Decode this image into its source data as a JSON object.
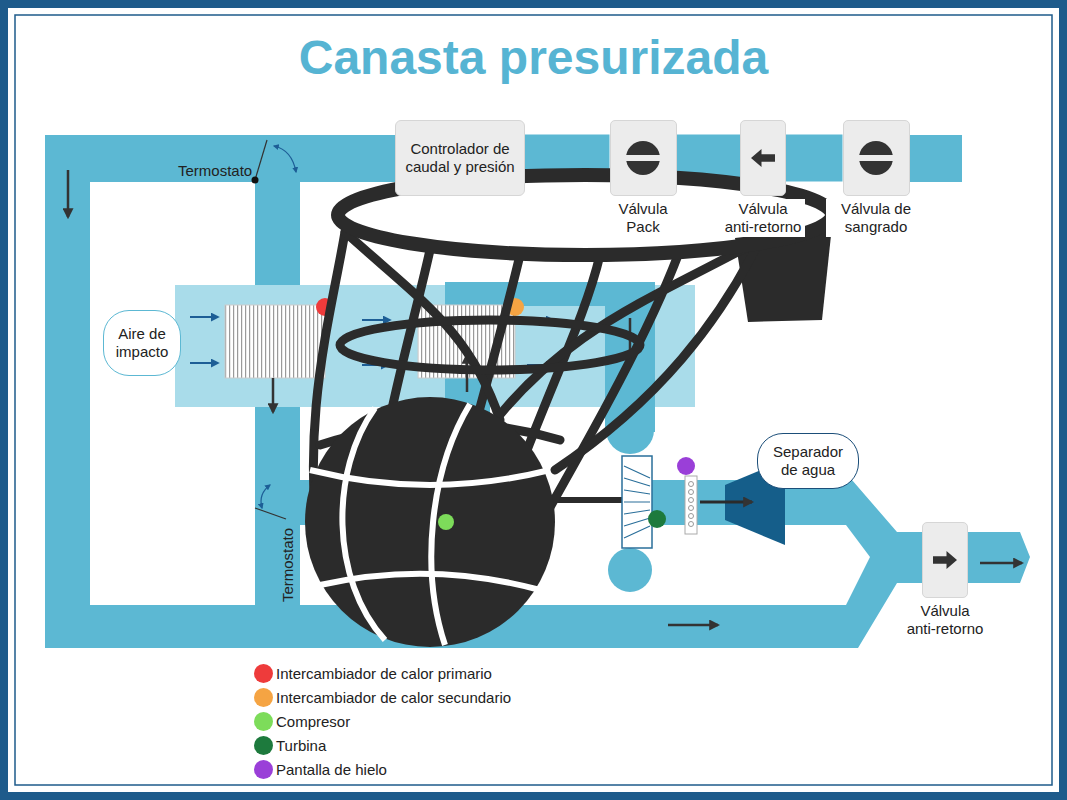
{
  "diagram": {
    "title": "Canasta presurizada",
    "nodes": [
      {
        "text": [
          "Controlador de caudal y presión"
        ]
      },
      {
        "text": [
          "Válvula Pack"
        ]
      },
      {
        "text": [
          "Válvula anti-retorno"
        ]
      },
      {
        "text": [
          "Válvula de sangrado"
        ]
      },
      {
        "text": [
          "Aire de impacto"
        ]
      },
      {
        "text": [
          "Separador de agua"
        ]
      },
      {
        "text": [
          "Válvula anti-retorno"
        ]
      }
    ],
    "edges": [
      {
        "from": 3,
        "to": 2,
        "arrow": "none"
      },
      {
        "from": 2,
        "to": 1,
        "arrow": "none"
      },
      {
        "from": 1,
        "to": 0,
        "arrow": "none"
      }
    ],
    "labels": [
      "Termostato",
      "Termostato"
    ],
    "legend": [
      {
        "text": "Intercambiador de calor primario",
        "color": "#ee3b3b"
      },
      {
        "text": "Intercambiador de calor secundario",
        "color": "#f5a443"
      },
      {
        "text": "Compresor",
        "color": "#7ddc5a"
      },
      {
        "text": "Turbina",
        "color": "#1d7a3d"
      },
      {
        "text": "Pantalla de hielo",
        "color": "#9a3fd8"
      }
    ]
  }
}
